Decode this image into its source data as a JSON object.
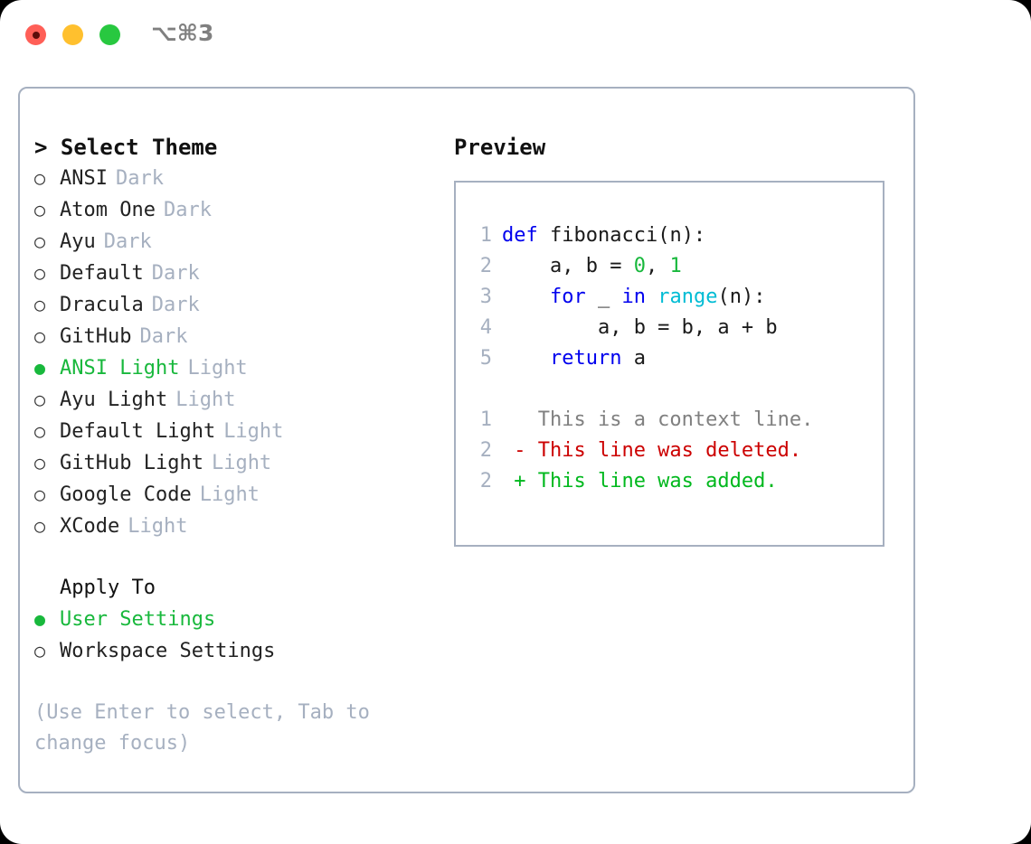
{
  "titlebar": {
    "shortcut": "⌥⌘3",
    "buttons": [
      {
        "name": "close",
        "color": "#ff5f57"
      },
      {
        "name": "minimize",
        "color": "#ffc02e"
      },
      {
        "name": "zoom",
        "color": "#28c840"
      }
    ]
  },
  "theme_picker": {
    "heading": "> Select Theme",
    "items": [
      {
        "bullet": "○",
        "label": "ANSI",
        "variant": "Dark",
        "selected": false
      },
      {
        "bullet": "○",
        "label": "Atom One",
        "variant": "Dark",
        "selected": false
      },
      {
        "bullet": "○",
        "label": "Ayu",
        "variant": "Dark",
        "selected": false
      },
      {
        "bullet": "○",
        "label": "Default",
        "variant": "Dark",
        "selected": false
      },
      {
        "bullet": "○",
        "label": "Dracula",
        "variant": "Dark",
        "selected": false
      },
      {
        "bullet": "○",
        "label": "GitHub",
        "variant": "Dark",
        "selected": false
      },
      {
        "bullet": "●",
        "label": "ANSI Light",
        "variant": "Light",
        "selected": true
      },
      {
        "bullet": "○",
        "label": "Ayu Light",
        "variant": "Light",
        "selected": false
      },
      {
        "bullet": "○",
        "label": "Default Light",
        "variant": "Light",
        "selected": false
      },
      {
        "bullet": "○",
        "label": "GitHub Light",
        "variant": "Light",
        "selected": false
      },
      {
        "bullet": "○",
        "label": "Google Code",
        "variant": "Light",
        "selected": false
      },
      {
        "bullet": "○",
        "label": "XCode",
        "variant": "Light",
        "selected": false
      }
    ]
  },
  "apply_to": {
    "heading": "Apply To",
    "items": [
      {
        "bullet": "●",
        "label": "User Settings",
        "selected": true
      },
      {
        "bullet": "○",
        "label": "Workspace Settings",
        "selected": false
      }
    ]
  },
  "hint": "(Use Enter to select, Tab to change focus)",
  "preview": {
    "heading": "Preview",
    "code_lines": [
      {
        "no": "1",
        "tokens": [
          {
            "t": "def",
            "c": "kw"
          },
          {
            "t": " fibonacci(n):",
            "c": "plain"
          }
        ]
      },
      {
        "no": "2",
        "tokens": [
          {
            "t": "    a, b = ",
            "c": "plain"
          },
          {
            "t": "0",
            "c": "num"
          },
          {
            "t": ", ",
            "c": "plain"
          },
          {
            "t": "1",
            "c": "num"
          }
        ]
      },
      {
        "no": "3",
        "tokens": [
          {
            "t": "    ",
            "c": "plain"
          },
          {
            "t": "for",
            "c": "kw"
          },
          {
            "t": " _ ",
            "c": "plain"
          },
          {
            "t": "in",
            "c": "kw"
          },
          {
            "t": " ",
            "c": "plain"
          },
          {
            "t": "range",
            "c": "fn"
          },
          {
            "t": "(n):",
            "c": "plain"
          }
        ]
      },
      {
        "no": "4",
        "tokens": [
          {
            "t": "        a, b = b, a + b",
            "c": "plain"
          }
        ]
      },
      {
        "no": "5",
        "tokens": [
          {
            "t": "    ",
            "c": "plain"
          },
          {
            "t": "return",
            "c": "kw"
          },
          {
            "t": " a",
            "c": "plain"
          }
        ]
      }
    ],
    "diff_lines": [
      {
        "no": "1",
        "tokens": [
          {
            "t": "   This is a context line.",
            "c": "ctx"
          }
        ]
      },
      {
        "no": "2",
        "tokens": [
          {
            "t": " - This line was deleted.",
            "c": "del"
          }
        ]
      },
      {
        "no": "2",
        "tokens": [
          {
            "t": " + This line was added.",
            "c": "add"
          }
        ]
      }
    ]
  },
  "colors": {
    "accent_green": "#18b83c",
    "muted": "#a6b0c0",
    "keyword_blue": "#0000ee",
    "function_cyan": "#00bcd4",
    "diff_add": "#00b81d",
    "diff_del": "#cc0000",
    "panel_border": "#a6b0c0"
  }
}
